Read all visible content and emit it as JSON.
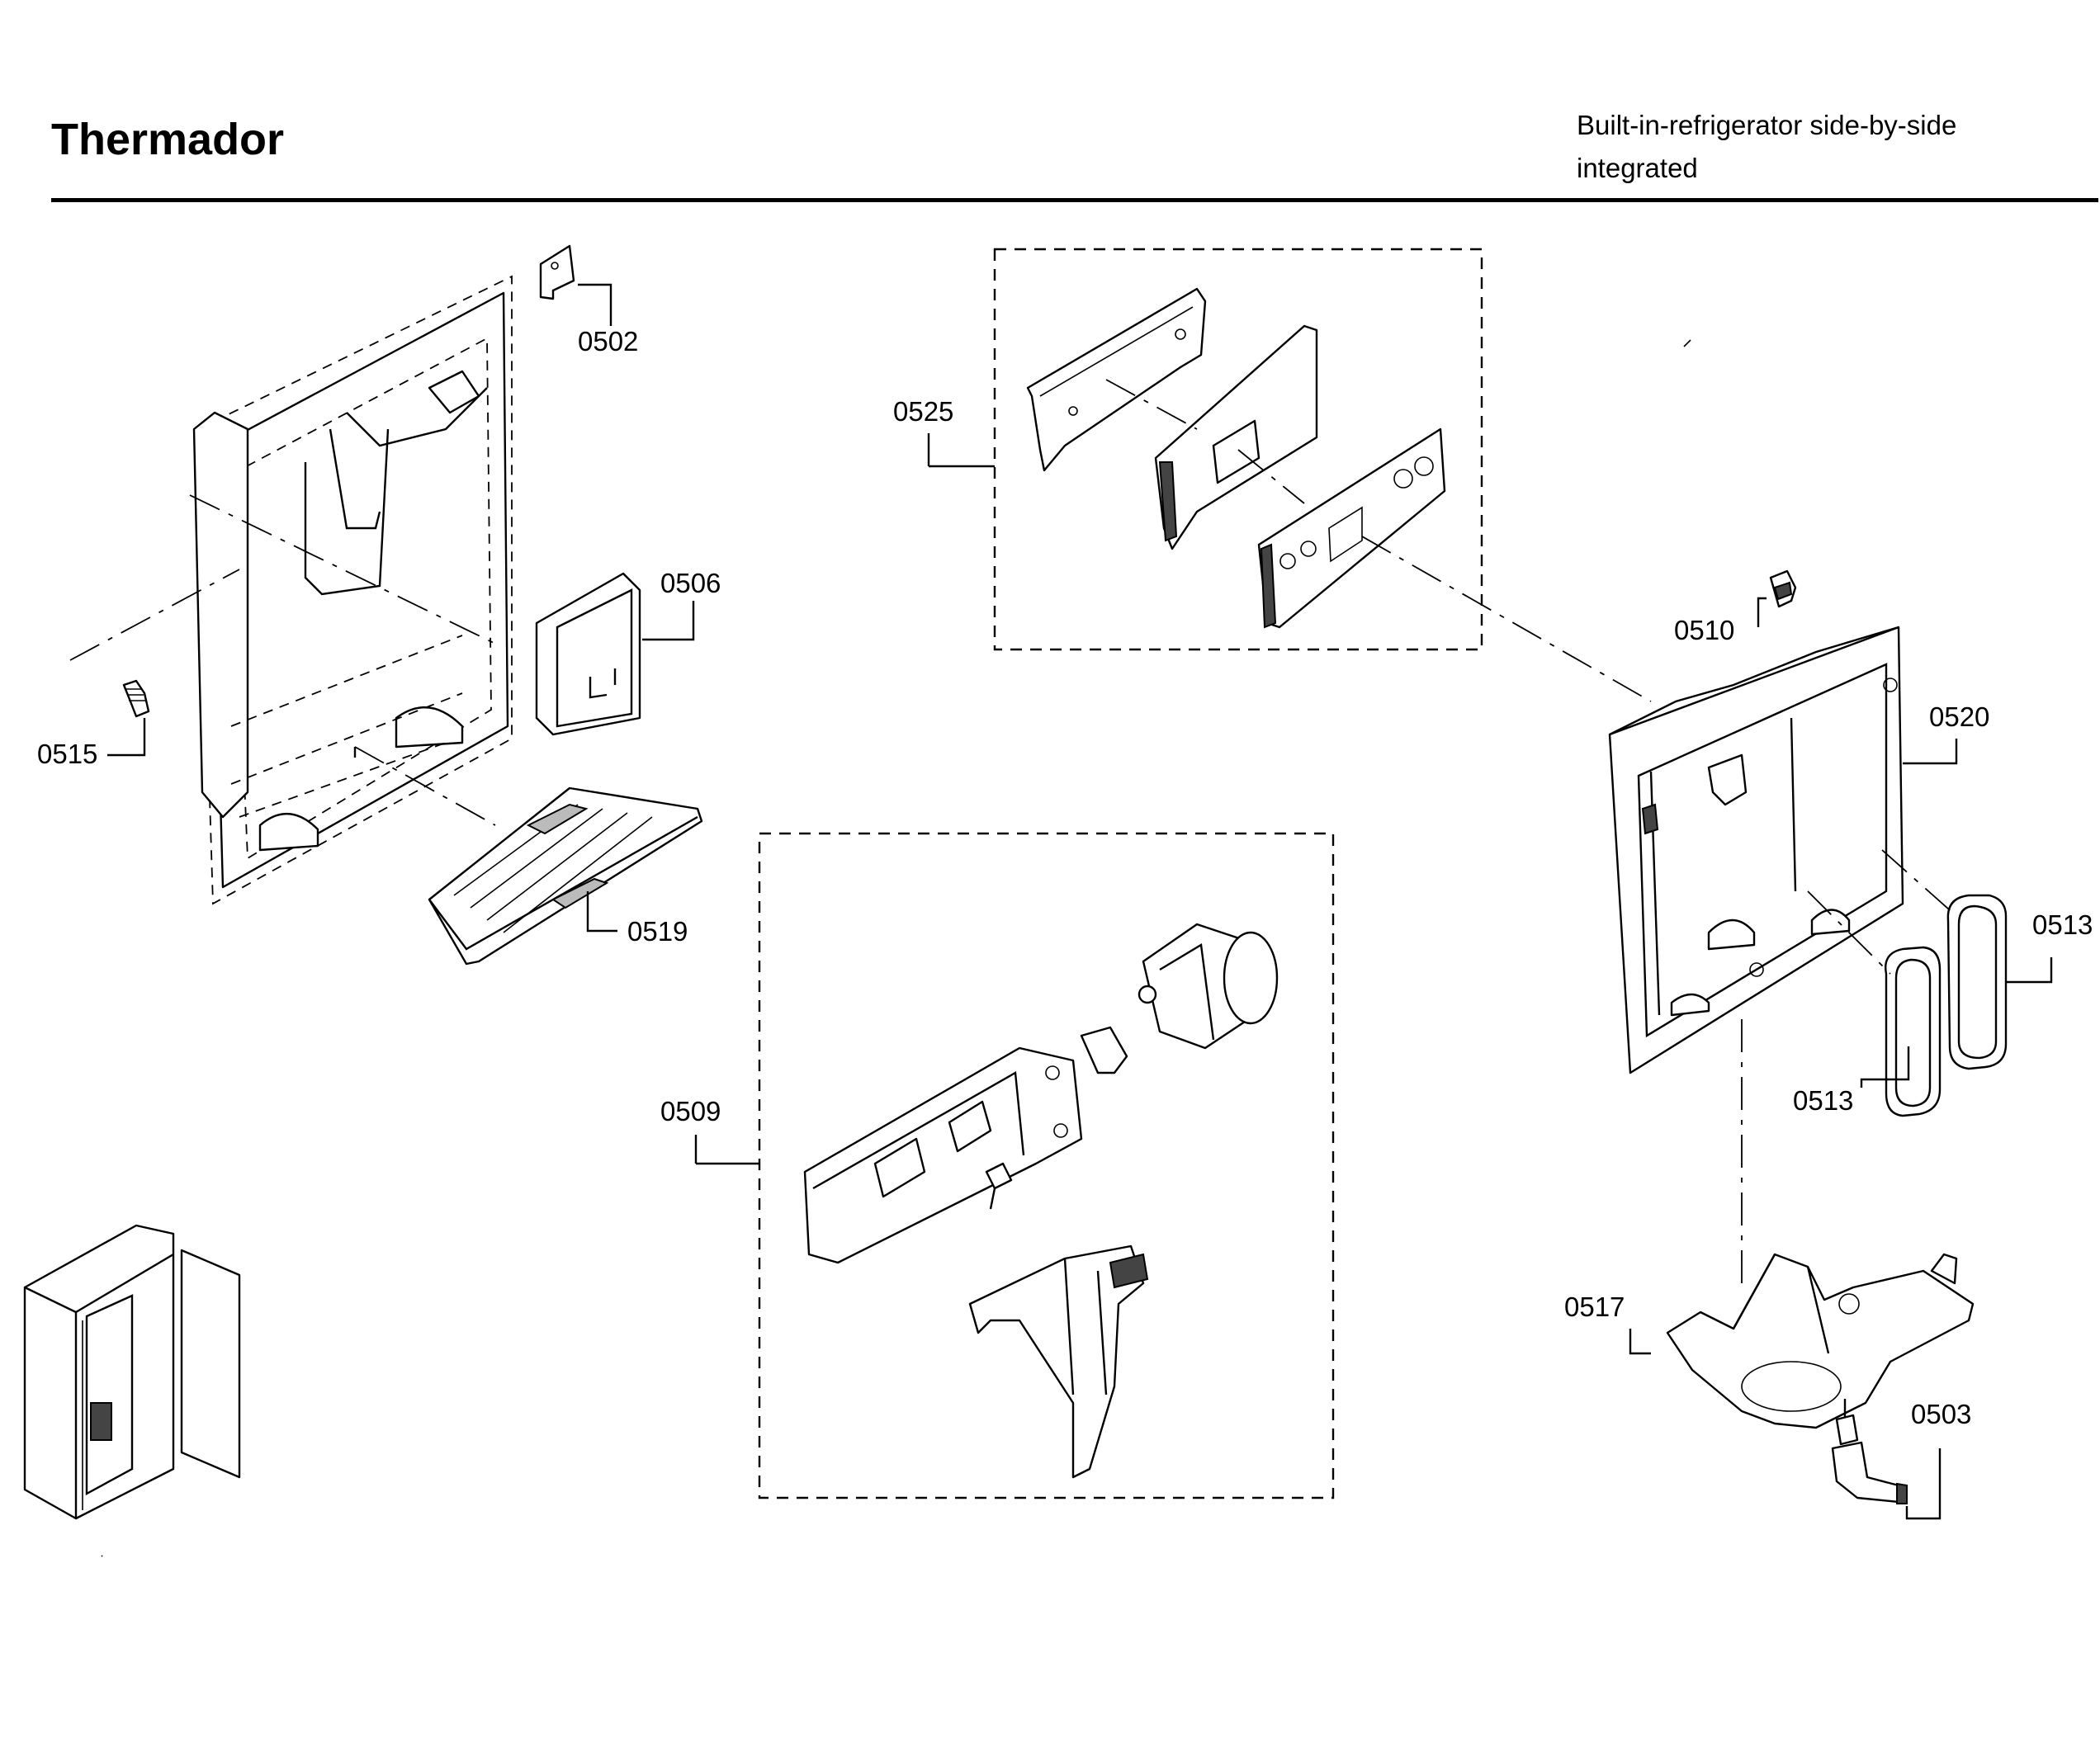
{
  "header": {
    "brand": "Thermador",
    "subtitle_line1": "Built-in-refrigerator side-by-side",
    "subtitle_line2": "integrated"
  },
  "parts": [
    {
      "id": "0502"
    },
    {
      "id": "0503"
    },
    {
      "id": "0506"
    },
    {
      "id": "0509"
    },
    {
      "id": "0510"
    },
    {
      "id": "0513"
    },
    {
      "id": "0513"
    },
    {
      "id": "0515"
    },
    {
      "id": "0517"
    },
    {
      "id": "0519"
    },
    {
      "id": "0520"
    },
    {
      "id": "0525"
    }
  ]
}
